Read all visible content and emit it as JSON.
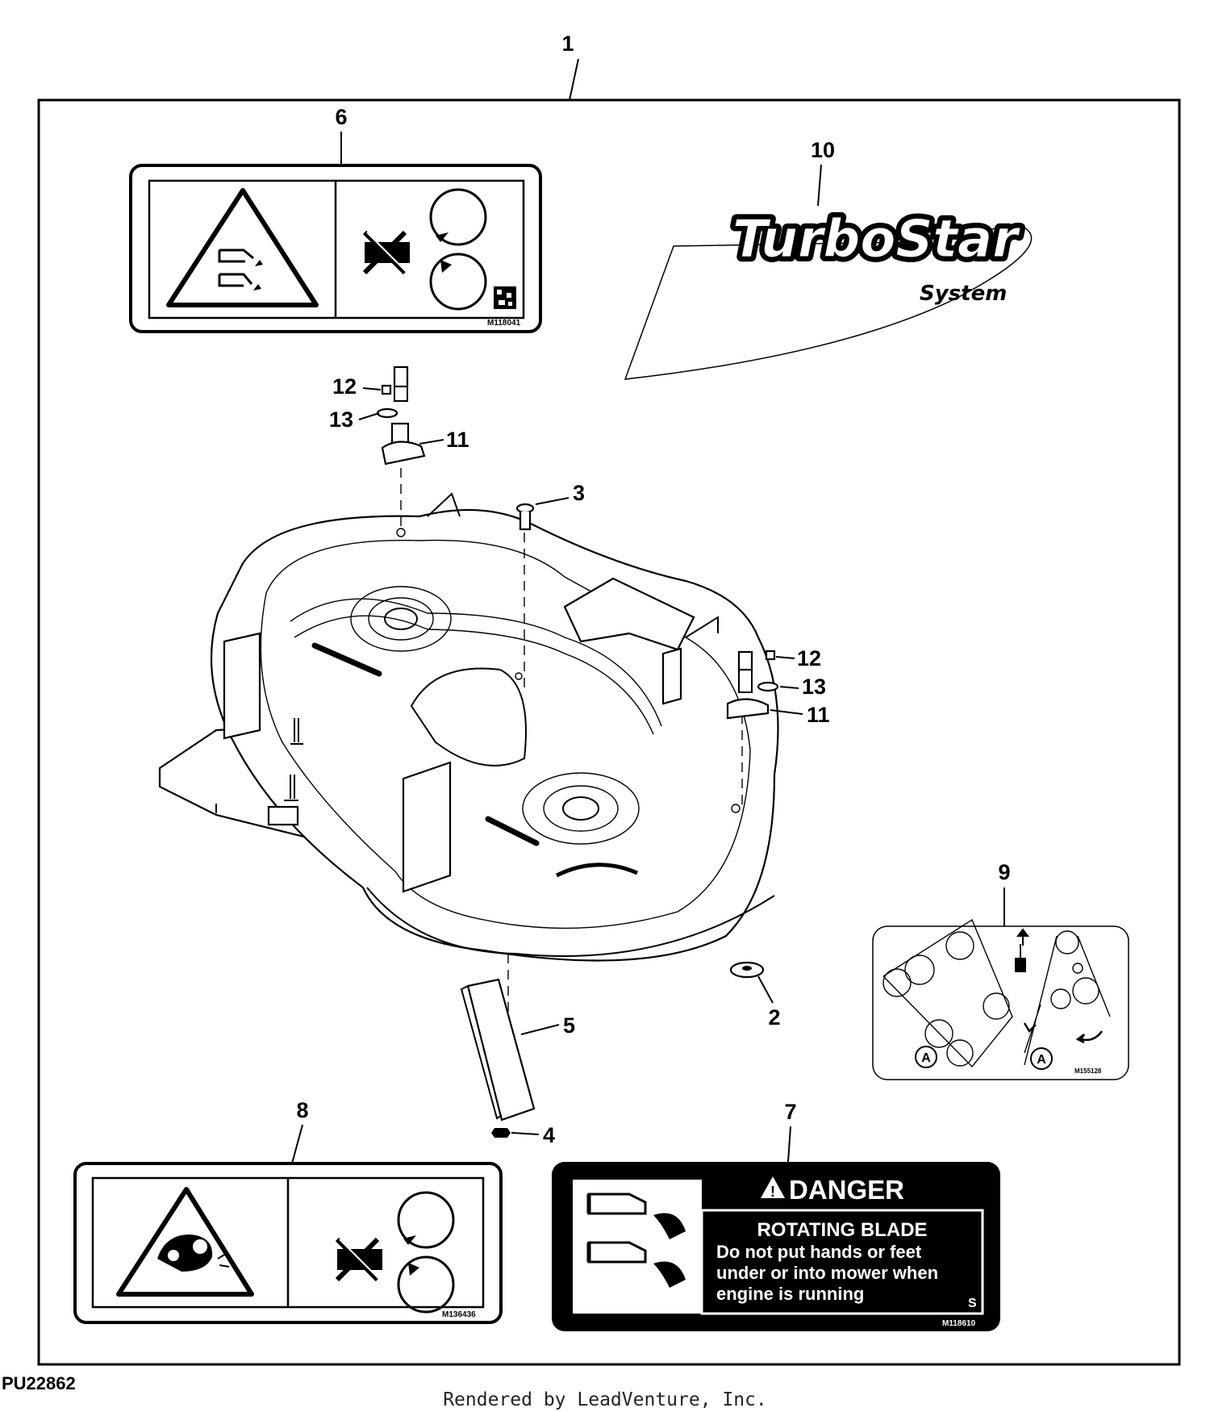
{
  "callouts": {
    "c1": "1",
    "c2": "2",
    "c3": "3",
    "c4": "4",
    "c5": "5",
    "c6": "6",
    "c7": "7",
    "c8": "8",
    "c9": "9",
    "c10": "10",
    "c11a": "11",
    "c11b": "11",
    "c12a": "12",
    "c12b": "12",
    "c13a": "13",
    "c13b": "13"
  },
  "decals": {
    "d6_code": "M118041",
    "d8_code": "M136436",
    "d9_code": "M155128",
    "d9_label_a1": "A",
    "d9_label_a2": "A",
    "d7_code": "M118610",
    "d7_header": "DANGER",
    "d7_title": "ROTATING BLADE",
    "d7_line1": "Do not put hands or feet",
    "d7_line2": "under or into mower when",
    "d7_line3": "engine is running",
    "d7_suffix": "S",
    "d10_brand": "TurboStar",
    "d10_sub": "System"
  },
  "figure_id": "PU22862",
  "footer": "Rendered by LeadVenture, Inc.",
  "colors": {
    "ink": "#000000",
    "paper": "#ffffff"
  }
}
